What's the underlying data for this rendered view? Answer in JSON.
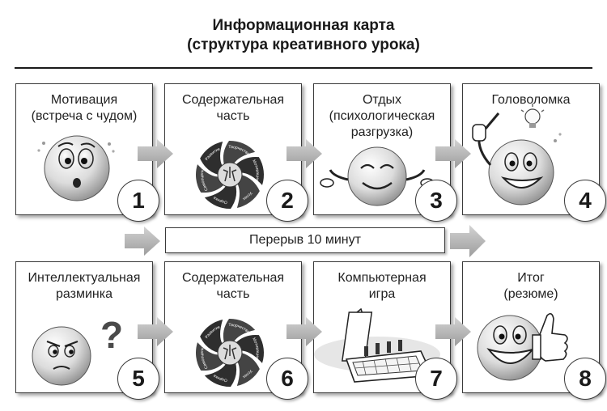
{
  "header": {
    "title_line1": "Информационная карта",
    "title_line2": "(структура креативного урока)"
  },
  "cards": [
    {
      "label": "Мотивация\n(встреча с чудом)",
      "number": "1",
      "icon": "surprised-smiley-icon"
    },
    {
      "label": "Содержательная\nчасть",
      "number": "2",
      "icon": "content-swirl-icon"
    },
    {
      "label": "Отдых\n(психологическая\nразгрузка)",
      "number": "3",
      "icon": "relaxed-smiley-icon"
    },
    {
      "label": "Головоломка",
      "number": "4",
      "icon": "idea-smiley-icon"
    },
    {
      "label": "Интеллектуальная\nразминка",
      "number": "5",
      "icon": "thinking-smiley-icon"
    },
    {
      "label": "Содержательная\nчасть",
      "number": "6",
      "icon": "content-swirl-icon"
    },
    {
      "label": "Компьютерная\nигра",
      "number": "7",
      "icon": "computer-game-icon"
    },
    {
      "label": "Итог\n(резюме)",
      "number": "8",
      "icon": "thumbs-up-smiley-icon"
    }
  ],
  "break": {
    "label": "Перерыв 10 минут"
  },
  "swirl_words": [
    "Успех",
    "Оценка",
    "Самооценка",
    "Развитие",
    "Творчество",
    "Мотивация"
  ],
  "colors": {
    "border": "#3a3a3a",
    "arrow": "#b5b5b5",
    "face_light": "#f2f2f2",
    "face_dark": "#8c8c8c"
  }
}
